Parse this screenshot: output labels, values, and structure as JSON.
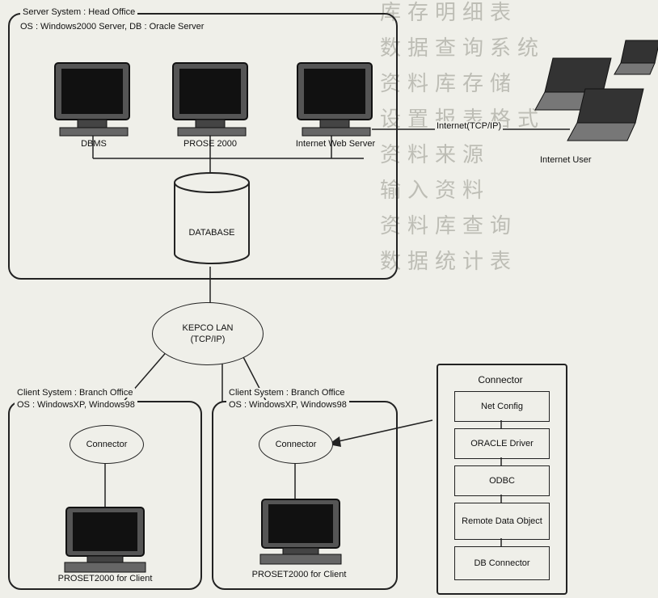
{
  "server": {
    "title": "Server System : Head Office",
    "os": "OS : Windows2000 Server, DB : Oracle Server",
    "dbms": "DBMS",
    "prose": "PROSE 2000",
    "web": "Internet Web Server",
    "database": "DATABASE"
  },
  "internet": {
    "link": "Internet(TCP/IP)",
    "user": "Internet User"
  },
  "lan": {
    "line1": "KEPCO LAN",
    "line2": "(TCP/IP)"
  },
  "client1": {
    "title": "Client System : Branch Office",
    "os": "OS : WindowsXP, Windows98",
    "connector": "Connector",
    "pc": "PROSET2000 for Client"
  },
  "client2": {
    "title": "Client System : Branch Office",
    "os": "OS : WindowsXP, Windows98",
    "connector": "Connector",
    "pc": "PROSET2000 for Client"
  },
  "stack": {
    "title": "Connector",
    "layers": [
      "Net Config",
      "ORACLE Driver",
      "ODBC",
      "Remote Data Object",
      "DB Connector"
    ]
  }
}
